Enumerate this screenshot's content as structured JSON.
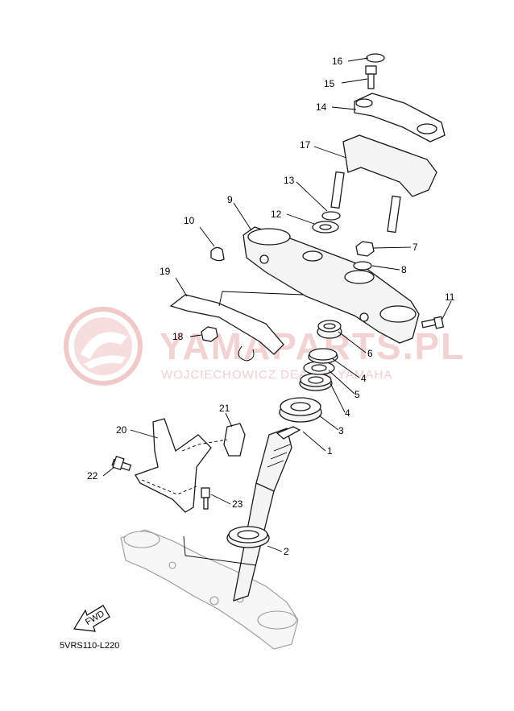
{
  "watermark": {
    "brand": "YAMAPARTS.PL",
    "tagline": "WOJCIECHOWICZ DEALER YAMAHA",
    "logo_color": "#f0c9c9"
  },
  "diagram_code": "5VRS110-L220",
  "fwd_label": "FWD",
  "callouts": [
    "1",
    "2",
    "3",
    "4",
    "4",
    "5",
    "6",
    "7",
    "8",
    "9",
    "10",
    "11",
    "12",
    "13",
    "14",
    "15",
    "16",
    "17",
    "18",
    "19",
    "20",
    "21",
    "22",
    "23"
  ]
}
